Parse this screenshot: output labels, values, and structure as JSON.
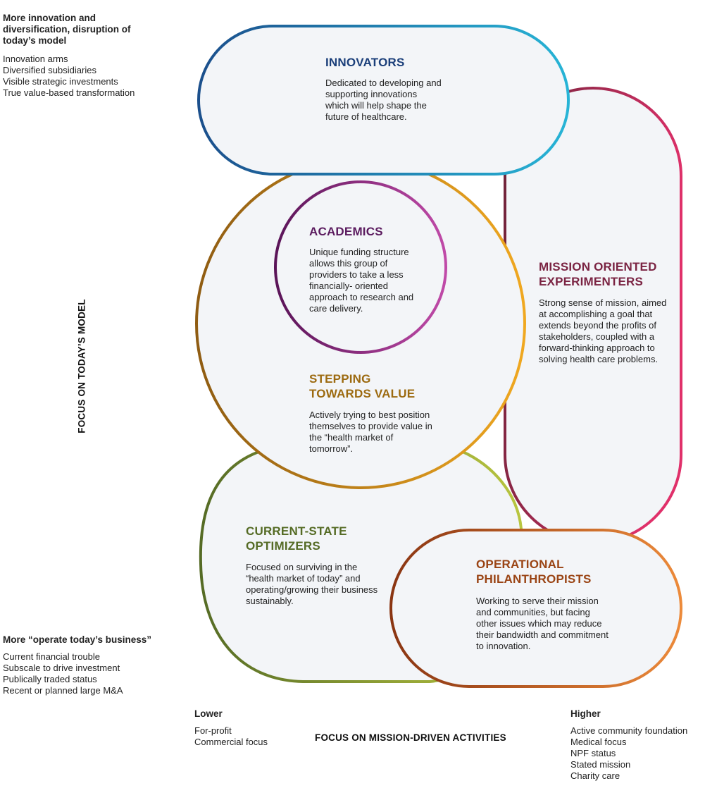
{
  "top_left": {
    "heading": "More innovation and diversification, disruption of today’s model",
    "items": [
      "Innovation arms",
      "Diversified subsidiaries",
      "Visible strategic investments",
      "True value-based transformation"
    ]
  },
  "bottom_left": {
    "heading": "More “operate today’s business”",
    "items": [
      "Current financial trouble",
      "Subscale to drive investment",
      "Publically traded status",
      "Recent or planned large M&A"
    ]
  },
  "x_axis": {
    "label": "FOCUS ON MISSION-DRIVEN ACTIVITIES",
    "lower": {
      "heading": "Lower",
      "items": [
        "For-profit",
        "Commercial focus"
      ]
    },
    "higher": {
      "heading": "Higher",
      "items": [
        "Active community foundation",
        "Medical focus",
        "NPF status",
        "Stated mission",
        "Charity care"
      ]
    }
  },
  "y_axis": {
    "label": "FOCUS ON TODAY’S MODEL"
  },
  "segments": {
    "innovators": {
      "title": "INNOVATORS",
      "desc": "Dedicated to developing and supporting innovations which will help shape the future of healthcare."
    },
    "academics": {
      "title": "ACADEMICS",
      "desc": "Unique funding structure allows this group of providers to take a less financially- oriented approach to research and care delivery."
    },
    "mission": {
      "title_line1": "MISSION ORIENTED",
      "title_line2": "EXPERIMENTERS",
      "desc": "Strong sense of mission, aimed at accomplishing a goal that extends beyond the profits of stakeholders, coupled with a forward-thinking approach to solving health care problems."
    },
    "stepping": {
      "title_line1": "STEPPING",
      "title_line2": "TOWARDS VALUE",
      "desc": "Actively trying to best position themselves to provide value in the “health market of tomorrow”."
    },
    "optimizers": {
      "title_line1": "CURRENT-STATE",
      "title_line2": "OPTIMIZERS",
      "desc": "Focused on surviving in the “health market of today” and operating/growing their business sustainably."
    },
    "philanthropists": {
      "title_line1": "OPERATIONAL",
      "title_line2": "PHILANTHROPISTS",
      "desc": "Working to serve their mission and communities, but facing other issues which may reduce their bandwidth and commitment to innovation."
    }
  },
  "colors": {
    "innovators_title": "#1b3f7a",
    "academics_title": "#5a1a5e",
    "mission_title": "#7a2342",
    "stepping_title": "#9c6a10",
    "optimizers_title": "#556b25",
    "philanthropists_title": "#9a4414",
    "shape_fill": "#f3f5f8"
  }
}
